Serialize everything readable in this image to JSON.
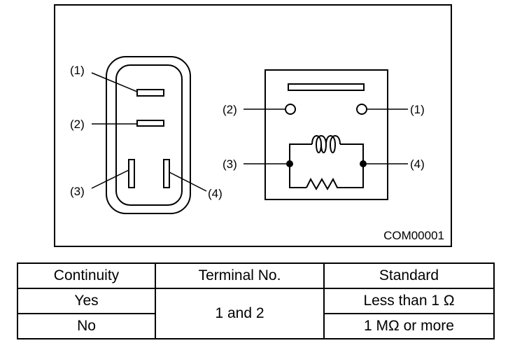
{
  "diagram": {
    "code": "COM00001",
    "connector": {
      "terminal_labels": [
        "(1)",
        "(2)",
        "(3)",
        "(4)"
      ]
    },
    "relay": {
      "terminal_labels": [
        "(2)",
        "(1)",
        "(3)",
        "(4)"
      ]
    }
  },
  "table": {
    "headers": [
      "Continuity",
      "Terminal No.",
      "Standard"
    ],
    "rows": [
      {
        "continuity": "Yes",
        "terminal": "1 and 2",
        "standard": "Less than 1 Ω"
      },
      {
        "continuity": "No",
        "standard": "1 MΩ or more"
      }
    ]
  }
}
